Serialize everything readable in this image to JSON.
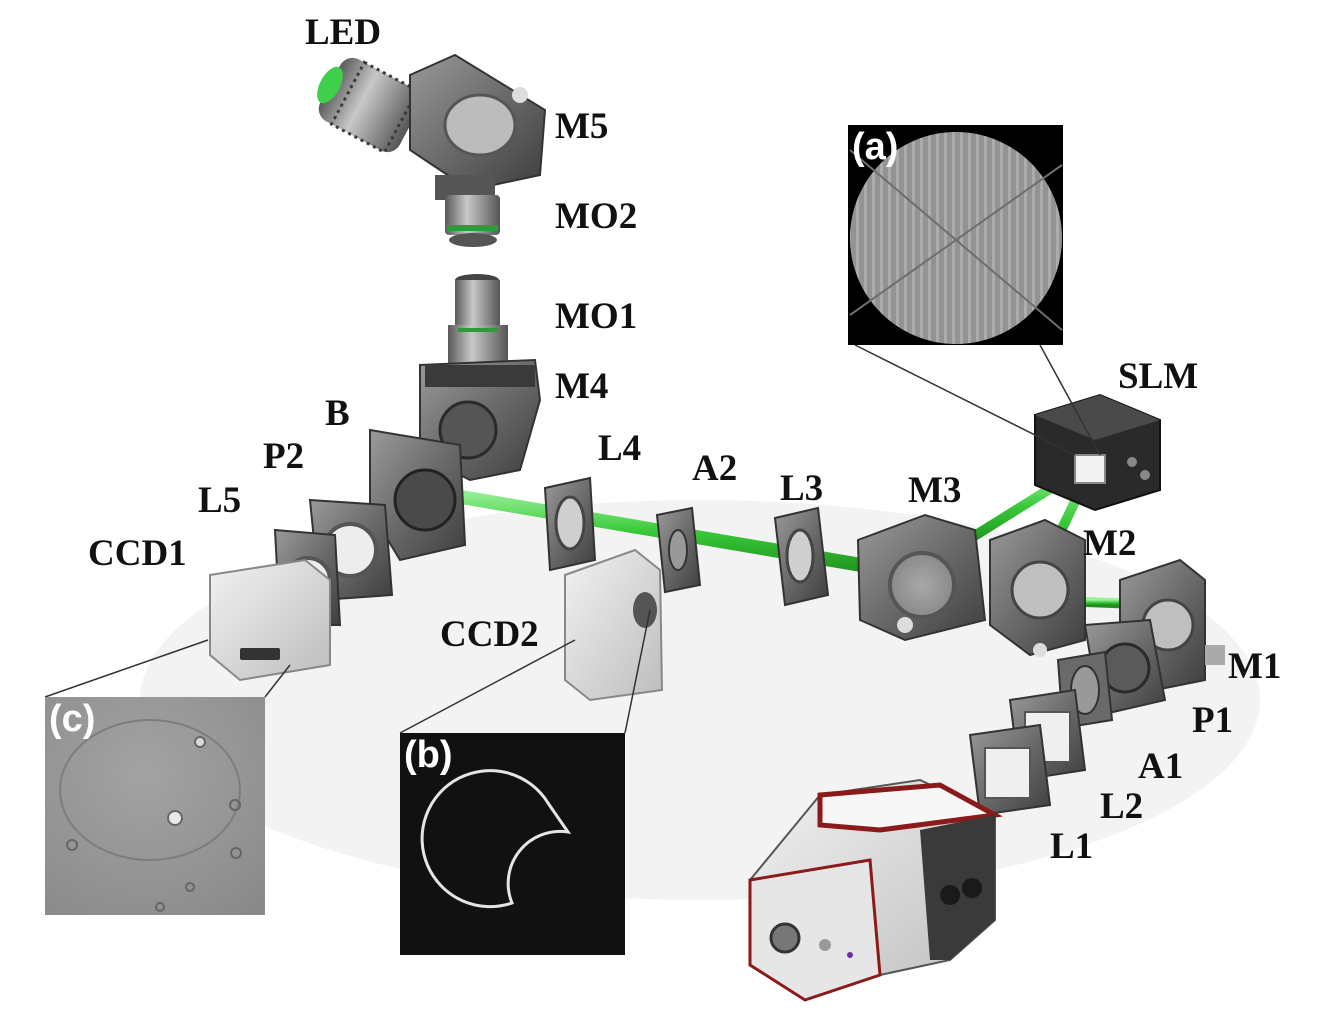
{
  "labels": {
    "led": "LED",
    "m5": "M5",
    "mo2": "MO2",
    "mo1": "MO1",
    "m4": "M4",
    "b": "B",
    "p2": "P2",
    "l5": "L5",
    "ccd1": "CCD1",
    "l4": "L4",
    "a2": "A2",
    "l3": "L3",
    "m3": "M3",
    "slm": "SLM",
    "m2": "M2",
    "ccd2": "CCD2",
    "m1": "M1",
    "p1": "P1",
    "a1": "A1",
    "l2": "L2",
    "l1": "L1"
  },
  "insets": {
    "a": "(a)",
    "b": "(b)",
    "c": "(c)"
  },
  "colors": {
    "beam": "#3fd13f",
    "mount_metal": "#6d6d6d",
    "housing": "#d9d9d9",
    "laser_trim": "#8b1a1a",
    "inset_dark": "#000000"
  }
}
